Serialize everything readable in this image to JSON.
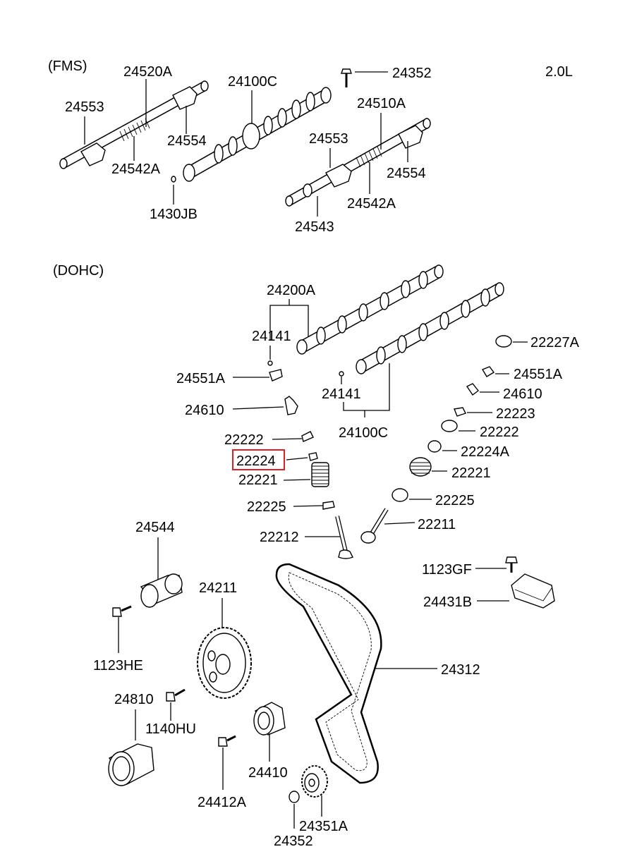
{
  "diagram": {
    "engine": "2.0L",
    "sections": {
      "fms": "(FMS)",
      "dohc": "(DOHC)"
    },
    "highlight_color": "#e02020",
    "highlighted_part": "22224",
    "labels": {
      "l24520A": "24520A",
      "l24553a": "24553",
      "l24554a": "24554",
      "l24542Aa": "24542A",
      "l24100Ca": "24100C",
      "l1430JB": "1430JB",
      "l24352a": "24352",
      "l24510A": "24510A",
      "l24553b": "24553",
      "l24554b": "24554",
      "l24542Ab": "24542A",
      "l24543": "24543",
      "l24200A": "24200A",
      "l24141a": "24141",
      "l24551Aa": "24551A",
      "l24610a": "24610",
      "l22222a": "22222",
      "l22224": "22224",
      "l22221a": "22221",
      "l22225a": "22225",
      "l22212": "22212",
      "l24141b": "24141",
      "l24100Cb": "24100C",
      "l22227A": "22227A",
      "l24551Ab": "24551A",
      "l24610b": "24610",
      "l22223": "22223",
      "l22222b": "22222",
      "l22224A": "22224A",
      "l22221b": "22221",
      "l22225b": "22225",
      "l22211": "22211",
      "l24544": "24544",
      "l24211": "24211",
      "l1123HE": "1123HE",
      "l1123GF": "1123GF",
      "l24431B": "24431B",
      "l24312": "24312",
      "l24810": "24810",
      "l1140HU": "1140HU",
      "l24410": "24410",
      "l24412A": "24412A",
      "l24351A": "24351A",
      "l24352b": "24352"
    }
  }
}
